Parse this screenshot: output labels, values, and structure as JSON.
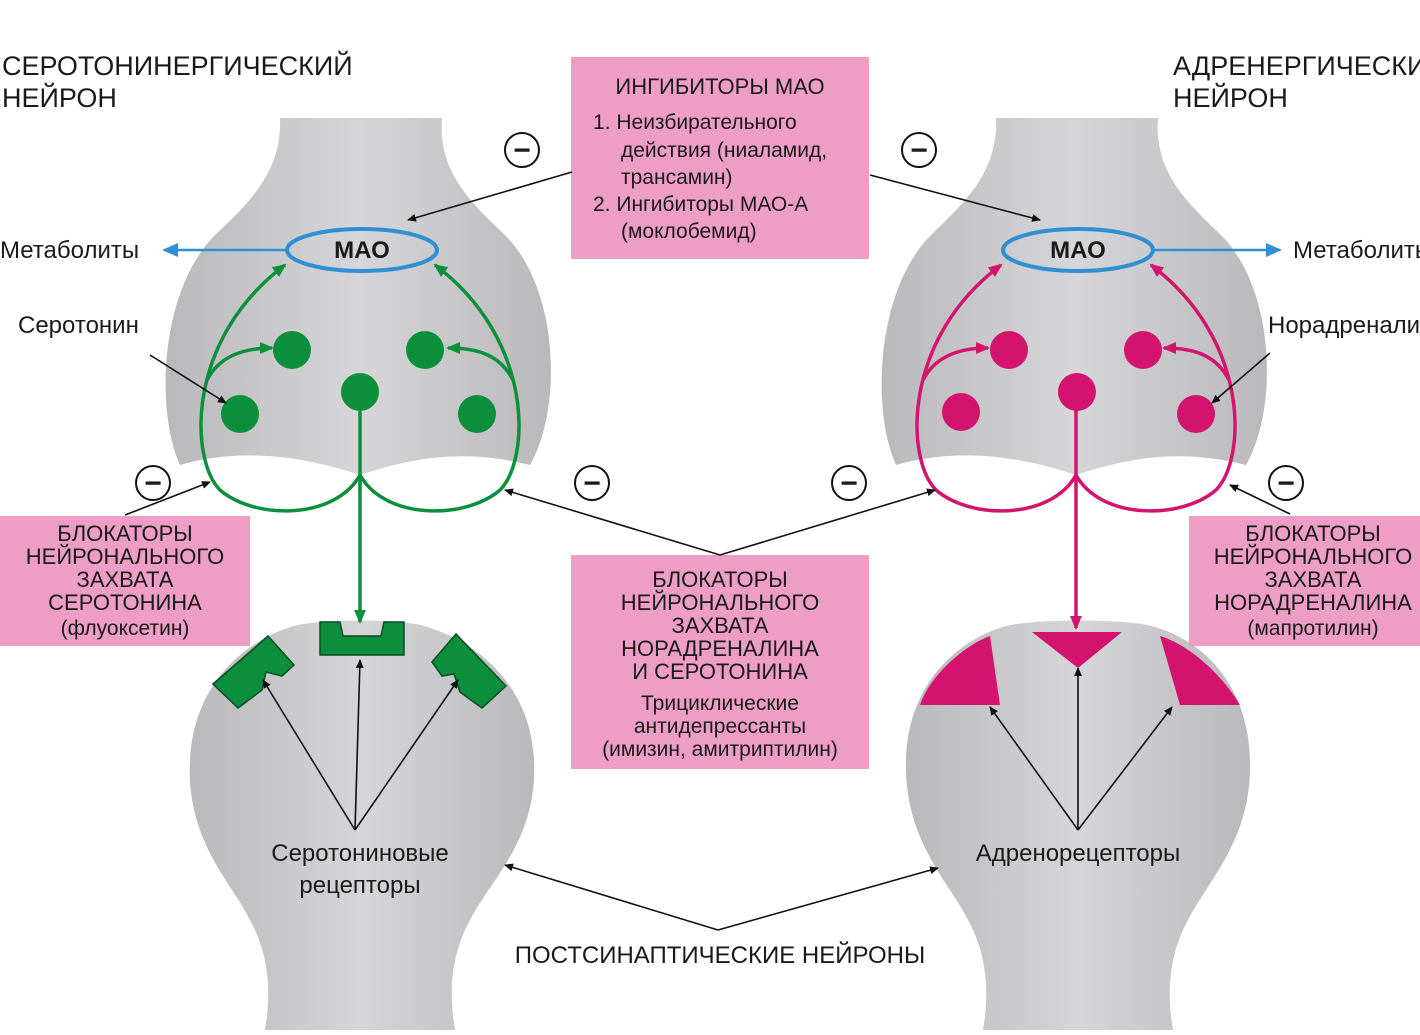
{
  "colors": {
    "neuron": "#c9c9cb",
    "serotonin": "#0c8f3c",
    "noradrenaline": "#d4136f",
    "mao_ring": "#2e8fd3",
    "box": "#ee9dc4"
  },
  "icons": [
    "minus-circle-icon",
    "arrow-icon"
  ],
  "left_neuron": {
    "title_line1": "СЕРОТОНИНЕРГИЧЕСКИЙ",
    "title_line2": "НЕЙРОН",
    "mao": "МАО",
    "metabolites": "Метаболиты",
    "transmitter": "Серотонин",
    "receptors_line1": "Серотониновые",
    "receptors_line2": "рецепторы"
  },
  "right_neuron": {
    "title_line1": "АДРЕНЕРГИЧЕСКИЙ",
    "title_line2": "НЕЙРОН",
    "mao": "МАО",
    "metabolites": "Метаболиты",
    "transmitter": "Норадреналин",
    "receptors": "Адренорецепторы"
  },
  "mao_inhibitors_box": {
    "title": "ИНГИБИТОРЫ МАО",
    "lines": [
      "1. Неизбирательного",
      "действия (ниаламид,",
      "трансамин)",
      "2. Ингибиторы МАО-А",
      "(моклобемид)"
    ]
  },
  "serotonin_uptake_box": {
    "lines": [
      "БЛОКАТОРЫ",
      "НЕЙРОНАЛЬНОГО",
      "ЗАХВАТА",
      "СЕРОТОНИНА"
    ],
    "example": "(флуоксетин)"
  },
  "noradrenaline_uptake_box": {
    "lines": [
      "БЛОКАТОРЫ",
      "НЕЙРОНАЛЬНОГО",
      "ЗАХВАТА",
      "НОРАДРЕНАЛИНА"
    ],
    "example": "(мапротилин)"
  },
  "dual_uptake_box": {
    "lines": [
      "БЛОКАТОРЫ",
      "НЕЙРОНАЛЬНОГО",
      "ЗАХВАТА",
      "НОРАДРЕНАЛИНА",
      "И СЕРОТОНИНА"
    ],
    "sub_lines": [
      "Трициклические",
      "антидепрессанты",
      "(имизин, амитриптилин)"
    ]
  },
  "minus_symbol": "−",
  "postsynaptic_label": "ПОСТСИНАПТИЧЕСКИЕ НЕЙРОНЫ"
}
